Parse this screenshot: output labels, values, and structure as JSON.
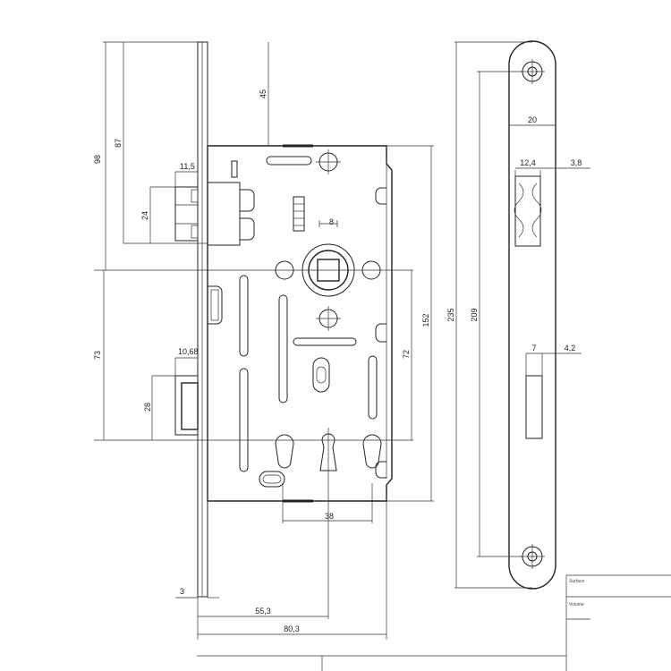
{
  "dimensions": {
    "d98": "98",
    "d87": "87",
    "d45": "45",
    "d11_5": "11,5",
    "d24": "24",
    "d8": "8",
    "d73": "73",
    "d10_68": "10,68",
    "d28": "28",
    "d72": "72",
    "d152": "152",
    "d235": "235",
    "d38": "38",
    "d3": "3",
    "d55_3": "55,3",
    "d80_3": "80,3",
    "d20": "20",
    "d12_4": "12,4",
    "d3_8": "3,8",
    "d209": "209",
    "d7": "7",
    "d4_2": "4,2"
  },
  "title_block": {
    "surface": "Surface",
    "volume": "Volume"
  }
}
